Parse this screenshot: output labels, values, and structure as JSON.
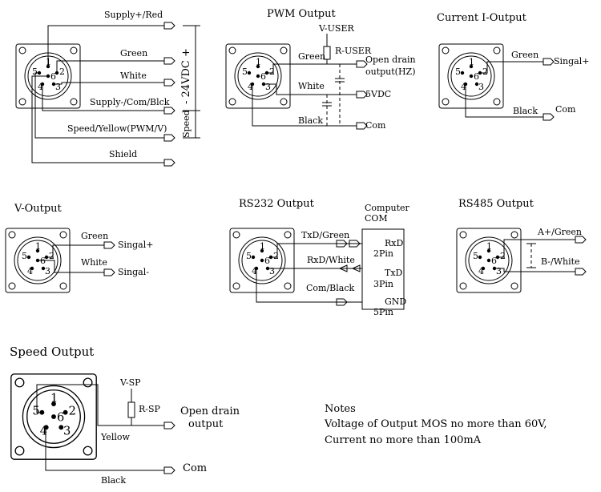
{
  "supply": {
    "supply_plus": "Supply+/Red",
    "green": "Green",
    "white": "White",
    "supply_minus": "Supply-/Com/Blck",
    "speed": "Speed/Yellow(PWM/V)",
    "shield": "Shield",
    "vdc": "- 24VDC +",
    "speed_side": "Speed"
  },
  "pwm": {
    "title": "PWM Output",
    "v_user": "V-USER",
    "r_user": "R-USER",
    "green": "Green",
    "open_drain": "Open drain",
    "output_hz": "output(HZ)",
    "white": "White",
    "vdc5": "5VDC",
    "black": "Black",
    "com": "Com"
  },
  "current": {
    "title": "Current I-Output",
    "green": "Green",
    "singal_plus": "Singal+",
    "black": "Black",
    "com": "Com"
  },
  "voutput": {
    "title": "V-Output",
    "green": "Green",
    "singal_plus": "Singal+",
    "white": "White",
    "singal_minus": "Singal-"
  },
  "rs232": {
    "title": "RS232 Output",
    "computer": "Computer",
    "com_label": "COM",
    "txd_green": "TxD/Green",
    "rxd_white": "RxD/White",
    "com_black": "Com/Black",
    "rxd": "RxD",
    "pin2": "2Pin",
    "txd": "TxD",
    "pin3": "3Pin",
    "gnd": "GND",
    "pin5": "5Pin"
  },
  "rs485": {
    "title": "RS485 Output",
    "a_plus": "A+/Green",
    "b_minus": "B-/White"
  },
  "speed_out": {
    "title": "Speed Output",
    "v_sp": "V-SP",
    "r_sp": "R-SP",
    "open_drain": "Open drain",
    "output": "output",
    "yellow": "Yellow",
    "black": "Black",
    "com": "Com"
  },
  "pins": {
    "p1": "1",
    "p2": "2",
    "p3": "3",
    "p4": "4",
    "p5": "5",
    "p6": "6"
  },
  "notes": {
    "title": "Notes",
    "line1": "Voltage of Output MOS no more than 60V,",
    "line2": "Current no more than 100mA"
  }
}
